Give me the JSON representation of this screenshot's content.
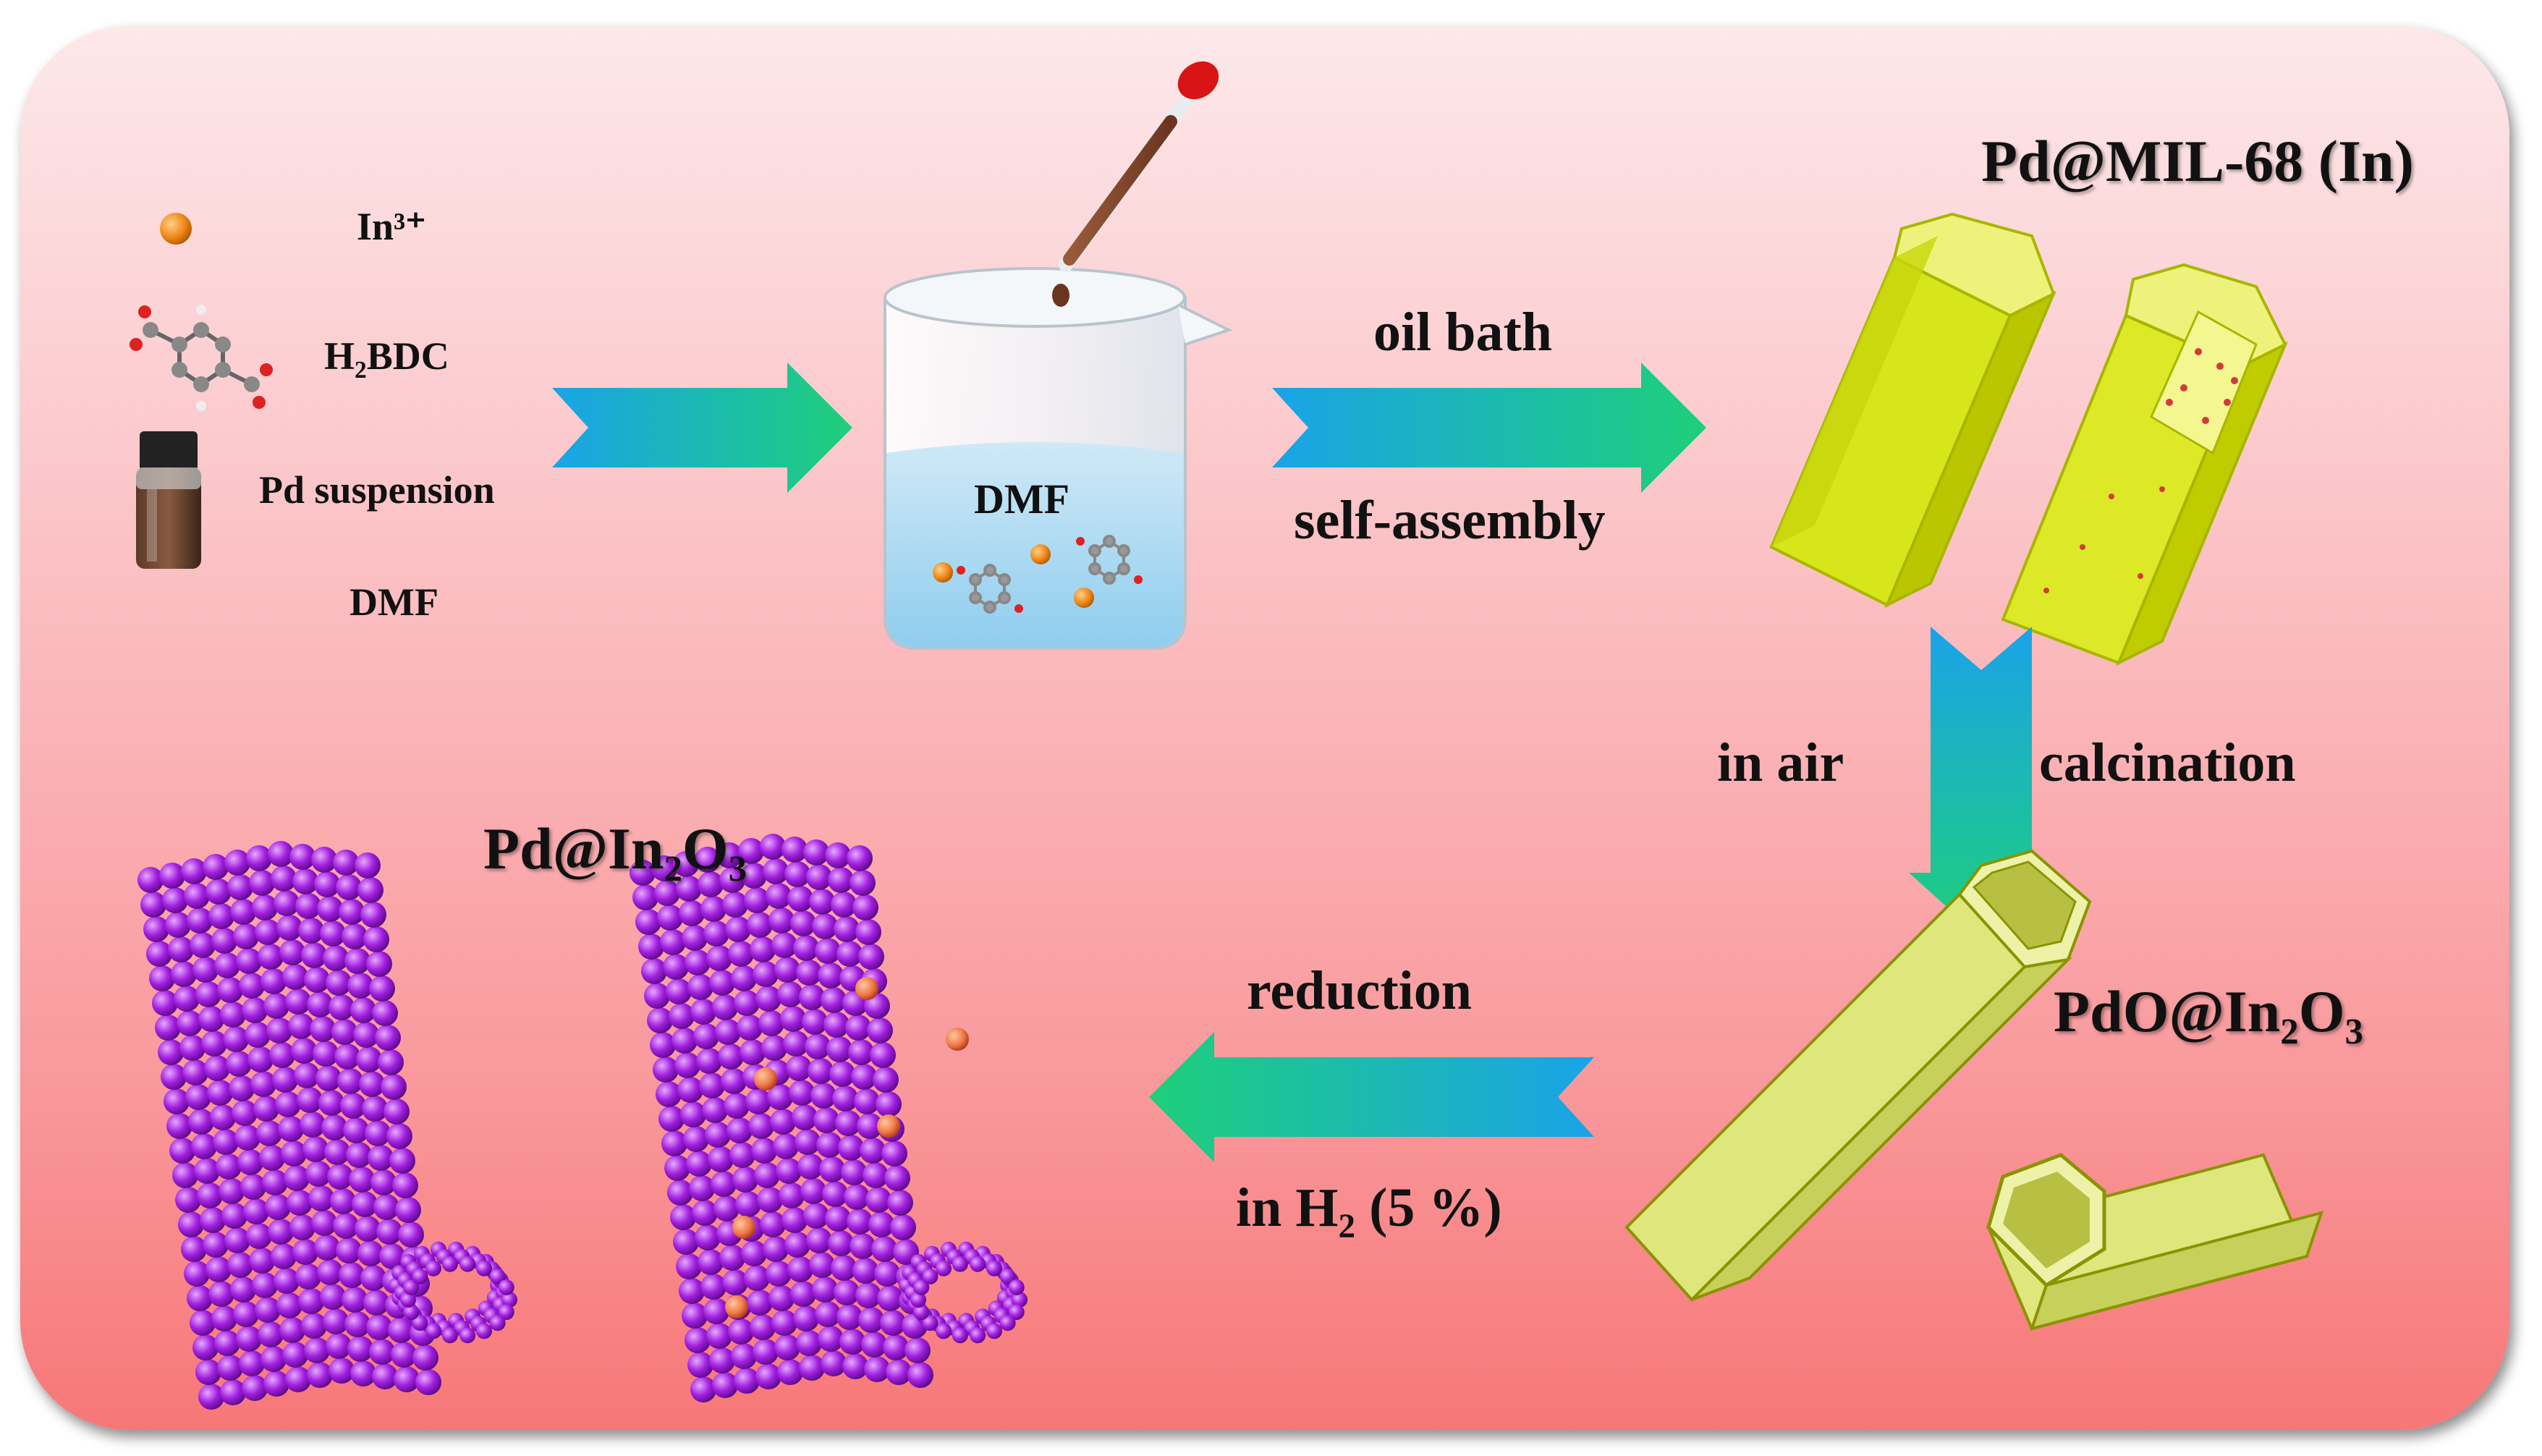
{
  "legend": {
    "in3": "In³⁺",
    "h2bdc_prefix": "H",
    "h2bdc_sub": "2",
    "h2bdc_suffix": "BDC",
    "pd_suspension": "Pd suspension",
    "dmf": "DMF"
  },
  "beaker": {
    "label": "DMF"
  },
  "step1": {
    "top": "oil bath",
    "bottom": "self-assembly"
  },
  "product1": {
    "label": "Pd@MIL-68 (In)"
  },
  "step2": {
    "left": "in air",
    "right": "calcination"
  },
  "product2": {
    "prefix": "PdO@In",
    "sub1": "2",
    "mid": "O",
    "sub2": "3"
  },
  "step3": {
    "top": "reduction",
    "bottom_prefix": "in H",
    "bottom_sub": "2",
    "bottom_suffix": " (5 %)"
  },
  "product3": {
    "prefix": "Pd@In",
    "sub1": "2",
    "mid": "O",
    "sub2": "3"
  },
  "colors": {
    "arrow_blue": "#1aa3e8",
    "arrow_green": "#1ecf7a",
    "mof_yellow": "#d7e61a",
    "oxide_yellow": "#dfe67c",
    "sphere_purple": "#a21fe0",
    "pd_orange": "#f08a3a"
  }
}
